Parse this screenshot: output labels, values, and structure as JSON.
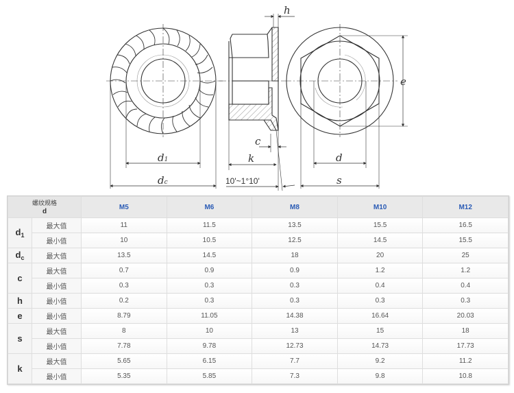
{
  "drawing": {
    "labels": {
      "h": "h",
      "e": "e",
      "c": "c",
      "k": "k",
      "d1": "d",
      "d1_sub": "1",
      "dc": "d",
      "dc_sub": "c",
      "d": "d",
      "s": "s",
      "angle": "10'~1°10'"
    }
  },
  "table": {
    "corner_label_top": "螺纹规格",
    "corner_label_bottom": "d",
    "sizes": [
      "M5",
      "M6",
      "M8",
      "M10",
      "M12"
    ],
    "rows": [
      {
        "param": "d",
        "sub": "1",
        "limit": "最大值",
        "values": [
          "11",
          "11.5",
          "13.5",
          "15.5",
          "16.5"
        ]
      },
      {
        "param": "",
        "sub": "",
        "limit": "最小值",
        "values": [
          "10",
          "10.5",
          "12.5",
          "14.5",
          "15.5"
        ]
      },
      {
        "param": "d",
        "sub": "c",
        "limit": "最大值",
        "values": [
          "13.5",
          "14.5",
          "18",
          "20",
          "25"
        ]
      },
      {
        "param": "c",
        "sub": "",
        "limit": "最大值",
        "values": [
          "0.7",
          "0.9",
          "0.9",
          "1.2",
          "1.2"
        ]
      },
      {
        "param": "",
        "sub": "",
        "limit": "最小值",
        "values": [
          "0.3",
          "0.3",
          "0.3",
          "0.4",
          "0.4"
        ]
      },
      {
        "param": "h",
        "sub": "",
        "limit": "最小值",
        "values": [
          "0.2",
          "0.3",
          "0.3",
          "0.3",
          "0.3"
        ]
      },
      {
        "param": "e",
        "sub": "",
        "limit": "最小值",
        "values": [
          "8.79",
          "11.05",
          "14.38",
          "16.64",
          "20.03"
        ]
      },
      {
        "param": "s",
        "sub": "",
        "limit": "最大值",
        "values": [
          "8",
          "10",
          "13",
          "15",
          "18"
        ]
      },
      {
        "param": "",
        "sub": "",
        "limit": "最小值",
        "values": [
          "7.78",
          "9.78",
          "12.73",
          "14.73",
          "17.73"
        ]
      },
      {
        "param": "k",
        "sub": "",
        "limit": "最大值",
        "values": [
          "5.65",
          "6.15",
          "7.7",
          "9.2",
          "11.2"
        ]
      },
      {
        "param": "",
        "sub": "",
        "limit": "最小值",
        "values": [
          "5.35",
          "5.85",
          "7.3",
          "9.8",
          "10.8"
        ]
      }
    ]
  },
  "colors": {
    "size_header_text": "#2a5bb5",
    "header_bg": "#e6e6e6",
    "border": "#dedede"
  }
}
